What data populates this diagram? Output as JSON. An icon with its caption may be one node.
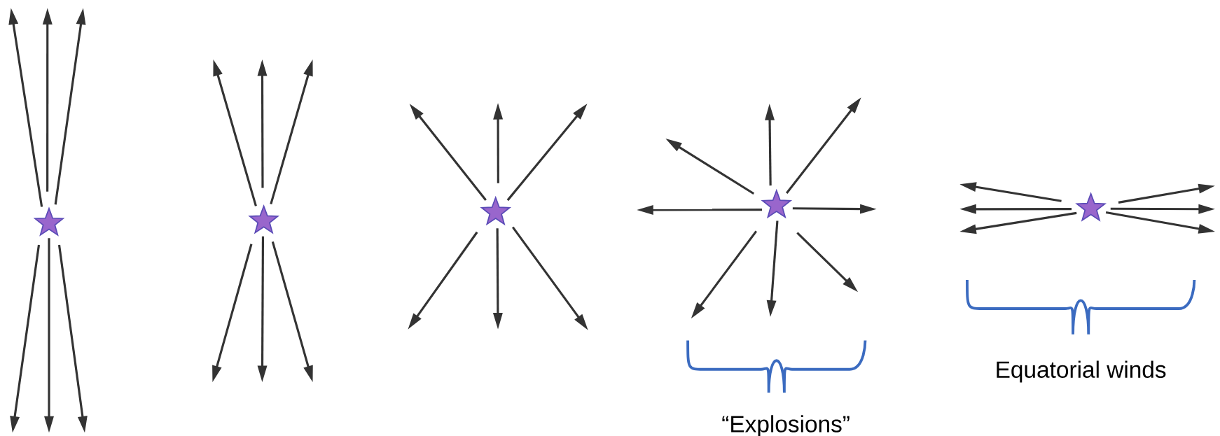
{
  "diagram": {
    "nodes": [
      {
        "text": [],
        "shape": "star"
      },
      {
        "text": [],
        "shape": "star"
      },
      {
        "text": [],
        "shape": "star"
      },
      {
        "text": [],
        "shape": "star"
      },
      {
        "text": [],
        "shape": "star"
      }
    ],
    "edges": [
      {
        "from": 0,
        "to": null,
        "arrow": "to"
      },
      {
        "from": 0,
        "to": null,
        "arrow": "to"
      },
      {
        "from": 0,
        "to": null,
        "arrow": "to"
      },
      {
        "from": 0,
        "to": null,
        "arrow": "to"
      },
      {
        "from": 0,
        "to": null,
        "arrow": "to"
      },
      {
        "from": 0,
        "to": null,
        "arrow": "to"
      },
      {
        "from": 1,
        "to": null,
        "arrow": "to"
      },
      {
        "from": 1,
        "to": null,
        "arrow": "to"
      },
      {
        "from": 1,
        "to": null,
        "arrow": "to"
      },
      {
        "from": 1,
        "to": null,
        "arrow": "to"
      },
      {
        "from": 1,
        "to": null,
        "arrow": "to"
      },
      {
        "from": 1,
        "to": null,
        "arrow": "to"
      },
      {
        "from": 2,
        "to": null,
        "arrow": "to"
      },
      {
        "from": 2,
        "to": null,
        "arrow": "to"
      },
      {
        "from": 2,
        "to": null,
        "arrow": "to"
      },
      {
        "from": 2,
        "to": null,
        "arrow": "to"
      },
      {
        "from": 2,
        "to": null,
        "arrow": "to"
      },
      {
        "from": 2,
        "to": null,
        "arrow": "to"
      },
      {
        "from": 3,
        "to": null,
        "arrow": "to"
      },
      {
        "from": 3,
        "to": null,
        "arrow": "to"
      },
      {
        "from": 3,
        "to": null,
        "arrow": "to"
      },
      {
        "from": 3,
        "to": null,
        "arrow": "to"
      },
      {
        "from": 3,
        "to": null,
        "arrow": "to"
      },
      {
        "from": 3,
        "to": null,
        "arrow": "to"
      },
      {
        "from": 3,
        "to": null,
        "arrow": "to"
      },
      {
        "from": 3,
        "to": null,
        "arrow": "to"
      },
      {
        "from": 4,
        "to": null,
        "arrow": "to"
      },
      {
        "from": 4,
        "to": null,
        "arrow": "to"
      },
      {
        "from": 4,
        "to": null,
        "arrow": "to"
      },
      {
        "from": 4,
        "to": null,
        "arrow": "to"
      },
      {
        "from": 4,
        "to": null,
        "arrow": "to"
      },
      {
        "from": 4,
        "to": null,
        "arrow": "to"
      }
    ],
    "labels": [
      "“Explosions”",
      "Equatorial winds"
    ]
  }
}
